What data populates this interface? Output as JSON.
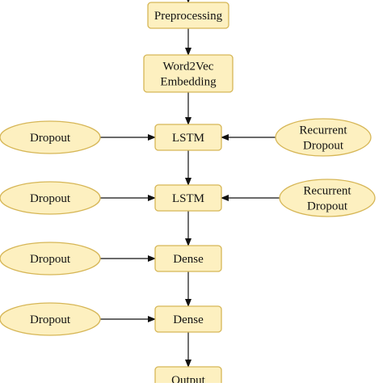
{
  "colors": {
    "node_fill": "#fdf0c0",
    "node_stroke": "#d6b656",
    "edge": "#111111"
  },
  "nodes": {
    "preprocessing": {
      "shape": "rect",
      "lines": [
        "Preprocessing"
      ]
    },
    "word2vec": {
      "shape": "rect",
      "lines": [
        "Word2Vec",
        "Embedding"
      ]
    },
    "lstm1": {
      "shape": "rect",
      "lines": [
        "LSTM"
      ]
    },
    "lstm2": {
      "shape": "rect",
      "lines": [
        "LSTM"
      ]
    },
    "dense1": {
      "shape": "rect",
      "lines": [
        "Dense"
      ]
    },
    "dense2": {
      "shape": "rect",
      "lines": [
        "Dense"
      ]
    },
    "output": {
      "shape": "rect",
      "lines": [
        "Output"
      ]
    },
    "dropout1": {
      "shape": "ellipse",
      "lines": [
        "Dropout"
      ]
    },
    "dropout2": {
      "shape": "ellipse",
      "lines": [
        "Dropout"
      ]
    },
    "dropout3": {
      "shape": "ellipse",
      "lines": [
        "Dropout"
      ]
    },
    "dropout4": {
      "shape": "ellipse",
      "lines": [
        "Dropout"
      ]
    },
    "recurrent_dropout1": {
      "shape": "ellipse",
      "lines": [
        "Recurrent",
        "Dropout"
      ]
    },
    "recurrent_dropout2": {
      "shape": "ellipse",
      "lines": [
        "Recurrent",
        "Dropout"
      ]
    }
  },
  "edges": [
    {
      "from": "input",
      "to": "preprocessing"
    },
    {
      "from": "preprocessing",
      "to": "word2vec"
    },
    {
      "from": "word2vec",
      "to": "lstm1"
    },
    {
      "from": "lstm1",
      "to": "lstm2"
    },
    {
      "from": "lstm2",
      "to": "dense1"
    },
    {
      "from": "dense1",
      "to": "dense2"
    },
    {
      "from": "dense2",
      "to": "output"
    },
    {
      "from": "dropout1",
      "to": "lstm1"
    },
    {
      "from": "recurrent_dropout1",
      "to": "lstm1"
    },
    {
      "from": "dropout2",
      "to": "lstm2"
    },
    {
      "from": "recurrent_dropout2",
      "to": "lstm2"
    },
    {
      "from": "dropout3",
      "to": "dense1"
    },
    {
      "from": "dropout4",
      "to": "dense2"
    }
  ]
}
